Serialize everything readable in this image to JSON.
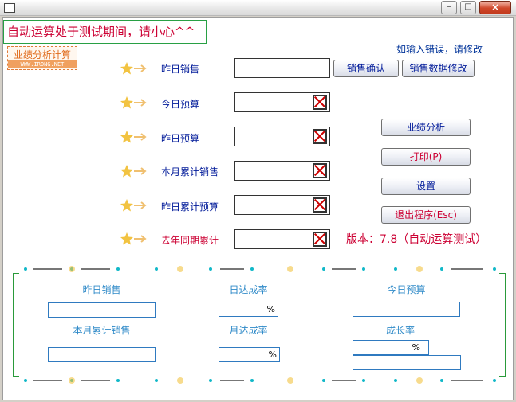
{
  "window": {
    "minimize": "–",
    "maximize": "□",
    "close": "×"
  },
  "header": {
    "status": "自动运算处于测试期间，请小心^^",
    "logo_main": "业绩分析计算",
    "logo_sub": "WWW.IRONG.NET",
    "hint": "如输入错误，请修改"
  },
  "fields": [
    {
      "label": "昨日销售",
      "value": ""
    },
    {
      "label": "今日预算",
      "value": ""
    },
    {
      "label": "昨日预算",
      "value": ""
    },
    {
      "label": "本月累计销售",
      "value": ""
    },
    {
      "label": "昨日累计预算",
      "value": ""
    },
    {
      "label": "去年同期累计",
      "value": ""
    }
  ],
  "buttons": {
    "sales_confirm": "销售确认",
    "sales_data_edit": "销售数据修改",
    "analysis": "业绩分析",
    "print": "打印(P)",
    "settings": "设置",
    "exit": "退出程序(Esc)"
  },
  "version": "版本：7.8（自动运算测试）",
  "stats": {
    "yesterday_sales": {
      "label": "昨日销售",
      "value": ""
    },
    "daily_rate": {
      "label": "日达成率",
      "value": "",
      "unit": "%"
    },
    "today_budget": {
      "label": "今日预算",
      "value": ""
    },
    "month_sales": {
      "label": "本月累计销售",
      "value": ""
    },
    "monthly_rate": {
      "label": "月达成率",
      "value": "",
      "unit": "%"
    },
    "growth_rate": {
      "label": "成长率",
      "value": "",
      "unit": "%",
      "value2": ""
    }
  },
  "colors": {
    "label_blue": "#001a99",
    "label_red": "#cc0033",
    "stat_blue": "#2f8ac8",
    "frame_green": "#2a9a3a"
  }
}
